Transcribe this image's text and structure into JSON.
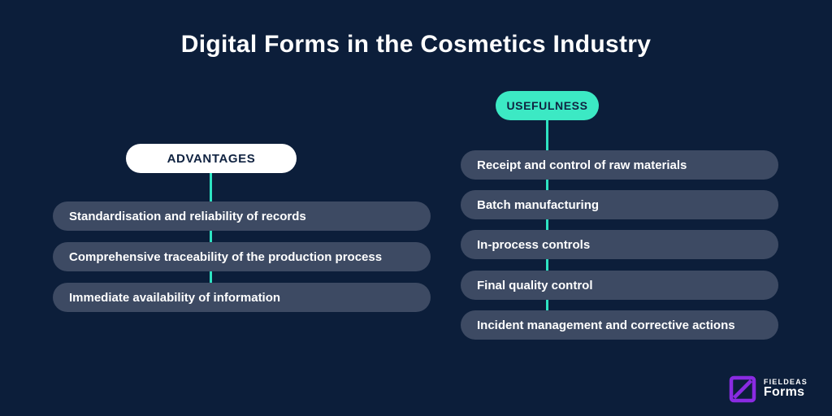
{
  "title": "Digital Forms in the Cosmetics Industry",
  "colors": {
    "background": "#0c1e3a",
    "item_pill": "#3d4a63",
    "accent_teal": "#3ce9c4",
    "connector_teal": "#2ee3c2",
    "badge_white": "#ffffff",
    "text_white": "#ffffff",
    "text_navy": "#102341",
    "logo_purple": "#8a2be2"
  },
  "columns": {
    "advantages": {
      "label": "ADVANTAGES",
      "items": [
        "Standardisation and reliability of records",
        "Comprehensive traceability of the production process",
        "Immediate availability of information"
      ]
    },
    "usefulness": {
      "label": "USEFULNESS",
      "items": [
        "Receipt and control of raw materials",
        "Batch manufacturing",
        "In-process controls",
        "Final quality control",
        "Incident management and corrective actions"
      ]
    }
  },
  "logo": {
    "brand": "FIELDEAS",
    "product": "Forms",
    "icon": "square-diagonal-icon"
  }
}
